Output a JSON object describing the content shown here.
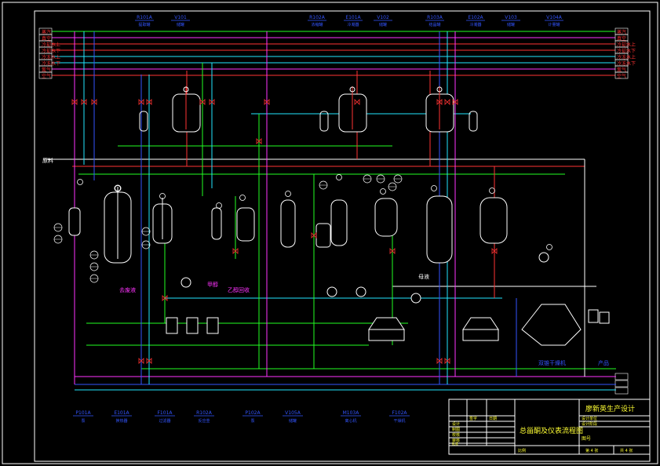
{
  "drawing": {
    "background": "#000000",
    "frame_color": "#ffffff"
  },
  "colors": {
    "white": "#ffffff",
    "green": "#22ff22",
    "cyan": "#22e6ff",
    "blue": "#3355ff",
    "red": "#ff3333",
    "magenta": "#ff33ff",
    "yellow": "#ffff33",
    "equip_label": "#3355ff"
  },
  "title_block": {
    "title": "廖新英生产设计",
    "row_a": "设计单位",
    "row_b": "设计阶段",
    "drawing_name": "总甾酮及仪表流程图",
    "scale_label": "比例",
    "drawing_no_label": "图号",
    "sheet_label": "第 4 张",
    "sheets_label": "共 4 张",
    "sign_rows": [
      "设计",
      "制图",
      "校核",
      "审核",
      "批准",
      "日期"
    ],
    "col_a": "签字",
    "col_b": "日期"
  },
  "utility_lines": {
    "left": [
      "蒸汽",
      "真空",
      "冷却水上",
      "冷却水下",
      "冷冻水上",
      "冷冻水下",
      "氮气",
      "空气"
    ],
    "right": [
      "蒸汽",
      "真空",
      "冷却水上",
      "冷却水下",
      "冷冻水上",
      "冷冻水下",
      "氮气",
      "空气"
    ]
  },
  "top_equipment": [
    "R101A",
    "V101",
    "R102A",
    "E101A",
    "V102",
    "R103A",
    "E102A",
    "V103",
    "V104A"
  ],
  "top_equipment_names": [
    "提取罐",
    "储罐",
    "浓缩罐",
    "冷凝器",
    "储罐",
    "结晶罐",
    "冷凝器",
    "储罐",
    "计量罐"
  ],
  "bottom_equipment": [
    "P101A",
    "E101A",
    "F101A",
    "R102A",
    "P102A",
    "V105A",
    "M103A",
    "F102A"
  ],
  "bottom_equipment_names": [
    "泵",
    "换热器",
    "过滤器",
    "反应釜",
    "泵",
    "储罐",
    "离心机",
    "干燥机"
  ],
  "process_labels": {
    "solvent": "甲醇",
    "feed_in": "原料",
    "to_waste": "去废液",
    "ethanol_recovery": "乙醇回收",
    "mother_liquor": "母液",
    "product": "产品",
    "dryer": "双锥干燥机"
  }
}
